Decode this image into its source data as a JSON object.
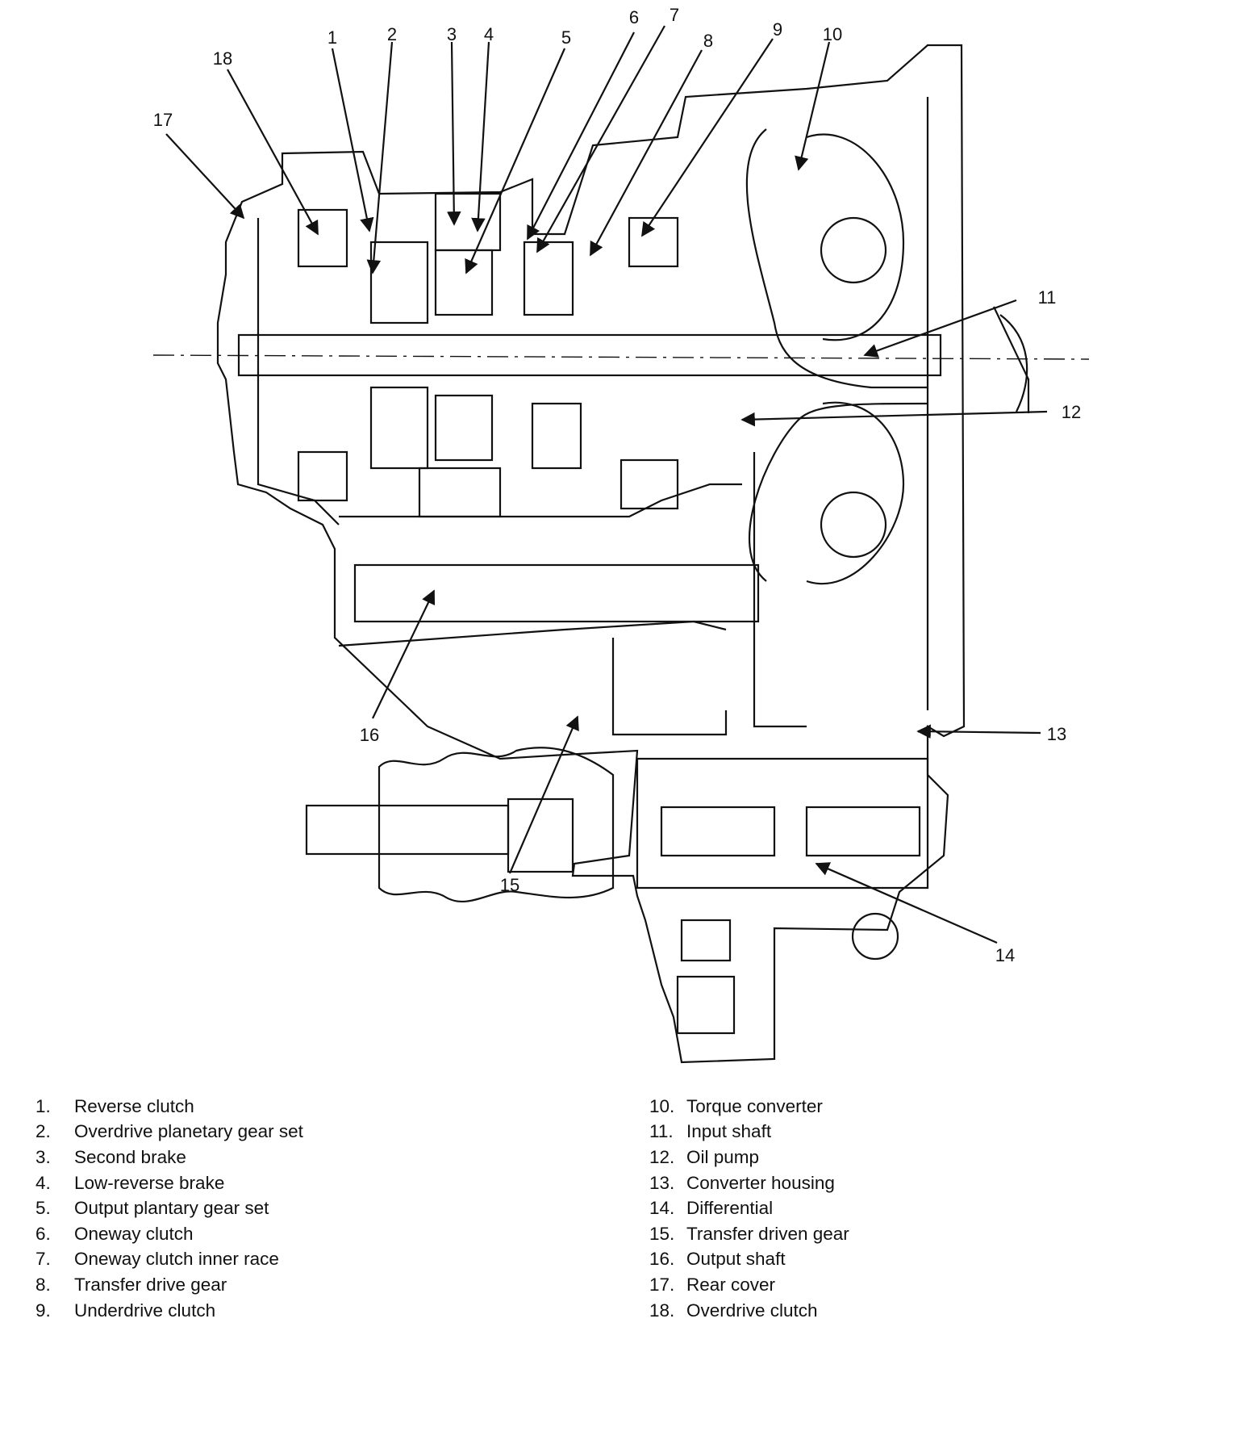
{
  "callouts": [
    {
      "num": "1"
    },
    {
      "num": "2"
    },
    {
      "num": "3"
    },
    {
      "num": "4"
    },
    {
      "num": "5"
    },
    {
      "num": "6"
    },
    {
      "num": "7"
    },
    {
      "num": "8"
    },
    {
      "num": "9"
    },
    {
      "num": "10"
    },
    {
      "num": "11"
    },
    {
      "num": "12"
    },
    {
      "num": "13"
    },
    {
      "num": "14"
    },
    {
      "num": "15"
    },
    {
      "num": "16"
    },
    {
      "num": "17"
    },
    {
      "num": "18"
    }
  ],
  "legend": {
    "left": [
      {
        "num": "1.",
        "text": "Reverse clutch"
      },
      {
        "num": "2.",
        "text": "Overdrive planetary gear set"
      },
      {
        "num": "3.",
        "text": "Second brake"
      },
      {
        "num": "4.",
        "text": "Low-reverse brake"
      },
      {
        "num": "5.",
        "text": "Output plantary gear set"
      },
      {
        "num": "6.",
        "text": "Oneway clutch"
      },
      {
        "num": "7.",
        "text": "Oneway clutch inner race"
      },
      {
        "num": "8.",
        "text": "Transfer drive gear"
      },
      {
        "num": "9.",
        "text": "Underdrive clutch"
      }
    ],
    "right": [
      {
        "num": "10.",
        "text": "Torque converter"
      },
      {
        "num": "11.",
        "text": "Input shaft"
      },
      {
        "num": "12.",
        "text": "Oil pump"
      },
      {
        "num": "13.",
        "text": "Converter housing"
      },
      {
        "num": "14.",
        "text": "Differential"
      },
      {
        "num": "15.",
        "text": "Transfer driven gear"
      },
      {
        "num": "16.",
        "text": "Output shaft"
      },
      {
        "num": "17.",
        "text": "Rear cover"
      },
      {
        "num": "18.",
        "text": "Overdrive clutch"
      }
    ]
  },
  "colors": {
    "ink": "#111111",
    "paper": "#ffffff"
  }
}
